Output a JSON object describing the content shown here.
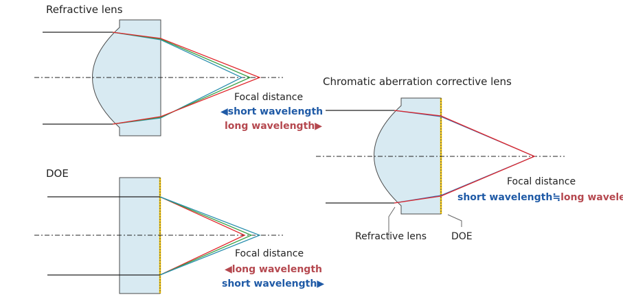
{
  "colors": {
    "lens_fill": "#d8eaf2",
    "lens_stroke": "#4a4a4a",
    "ray_red": "#e0262b",
    "ray_green": "#3aa046",
    "ray_teal": "#2a8fae",
    "doe_yellow": "#f2c200",
    "short_wavelength_text": "#1f5aa6",
    "long_wavelength_text": "#b5484f"
  },
  "refractive": {
    "title": "Refractive lens",
    "focal_label": "Focal distance",
    "short_label": "◀short wavelength",
    "long_label": "long wavelength▶"
  },
  "doe": {
    "title": "DOE",
    "focal_label": "Focal distance",
    "long_label": "◀long wavelength",
    "short_label": "short wavelength▶"
  },
  "corrective": {
    "title": "Chromatic aberration corrective lens",
    "focal_label": "Focal distance",
    "short_label": "short wavelength",
    "approx": "≒",
    "long_label": "long wavelength",
    "refractive_lens_label": "Refractive lens",
    "doe_label": "DOE"
  }
}
